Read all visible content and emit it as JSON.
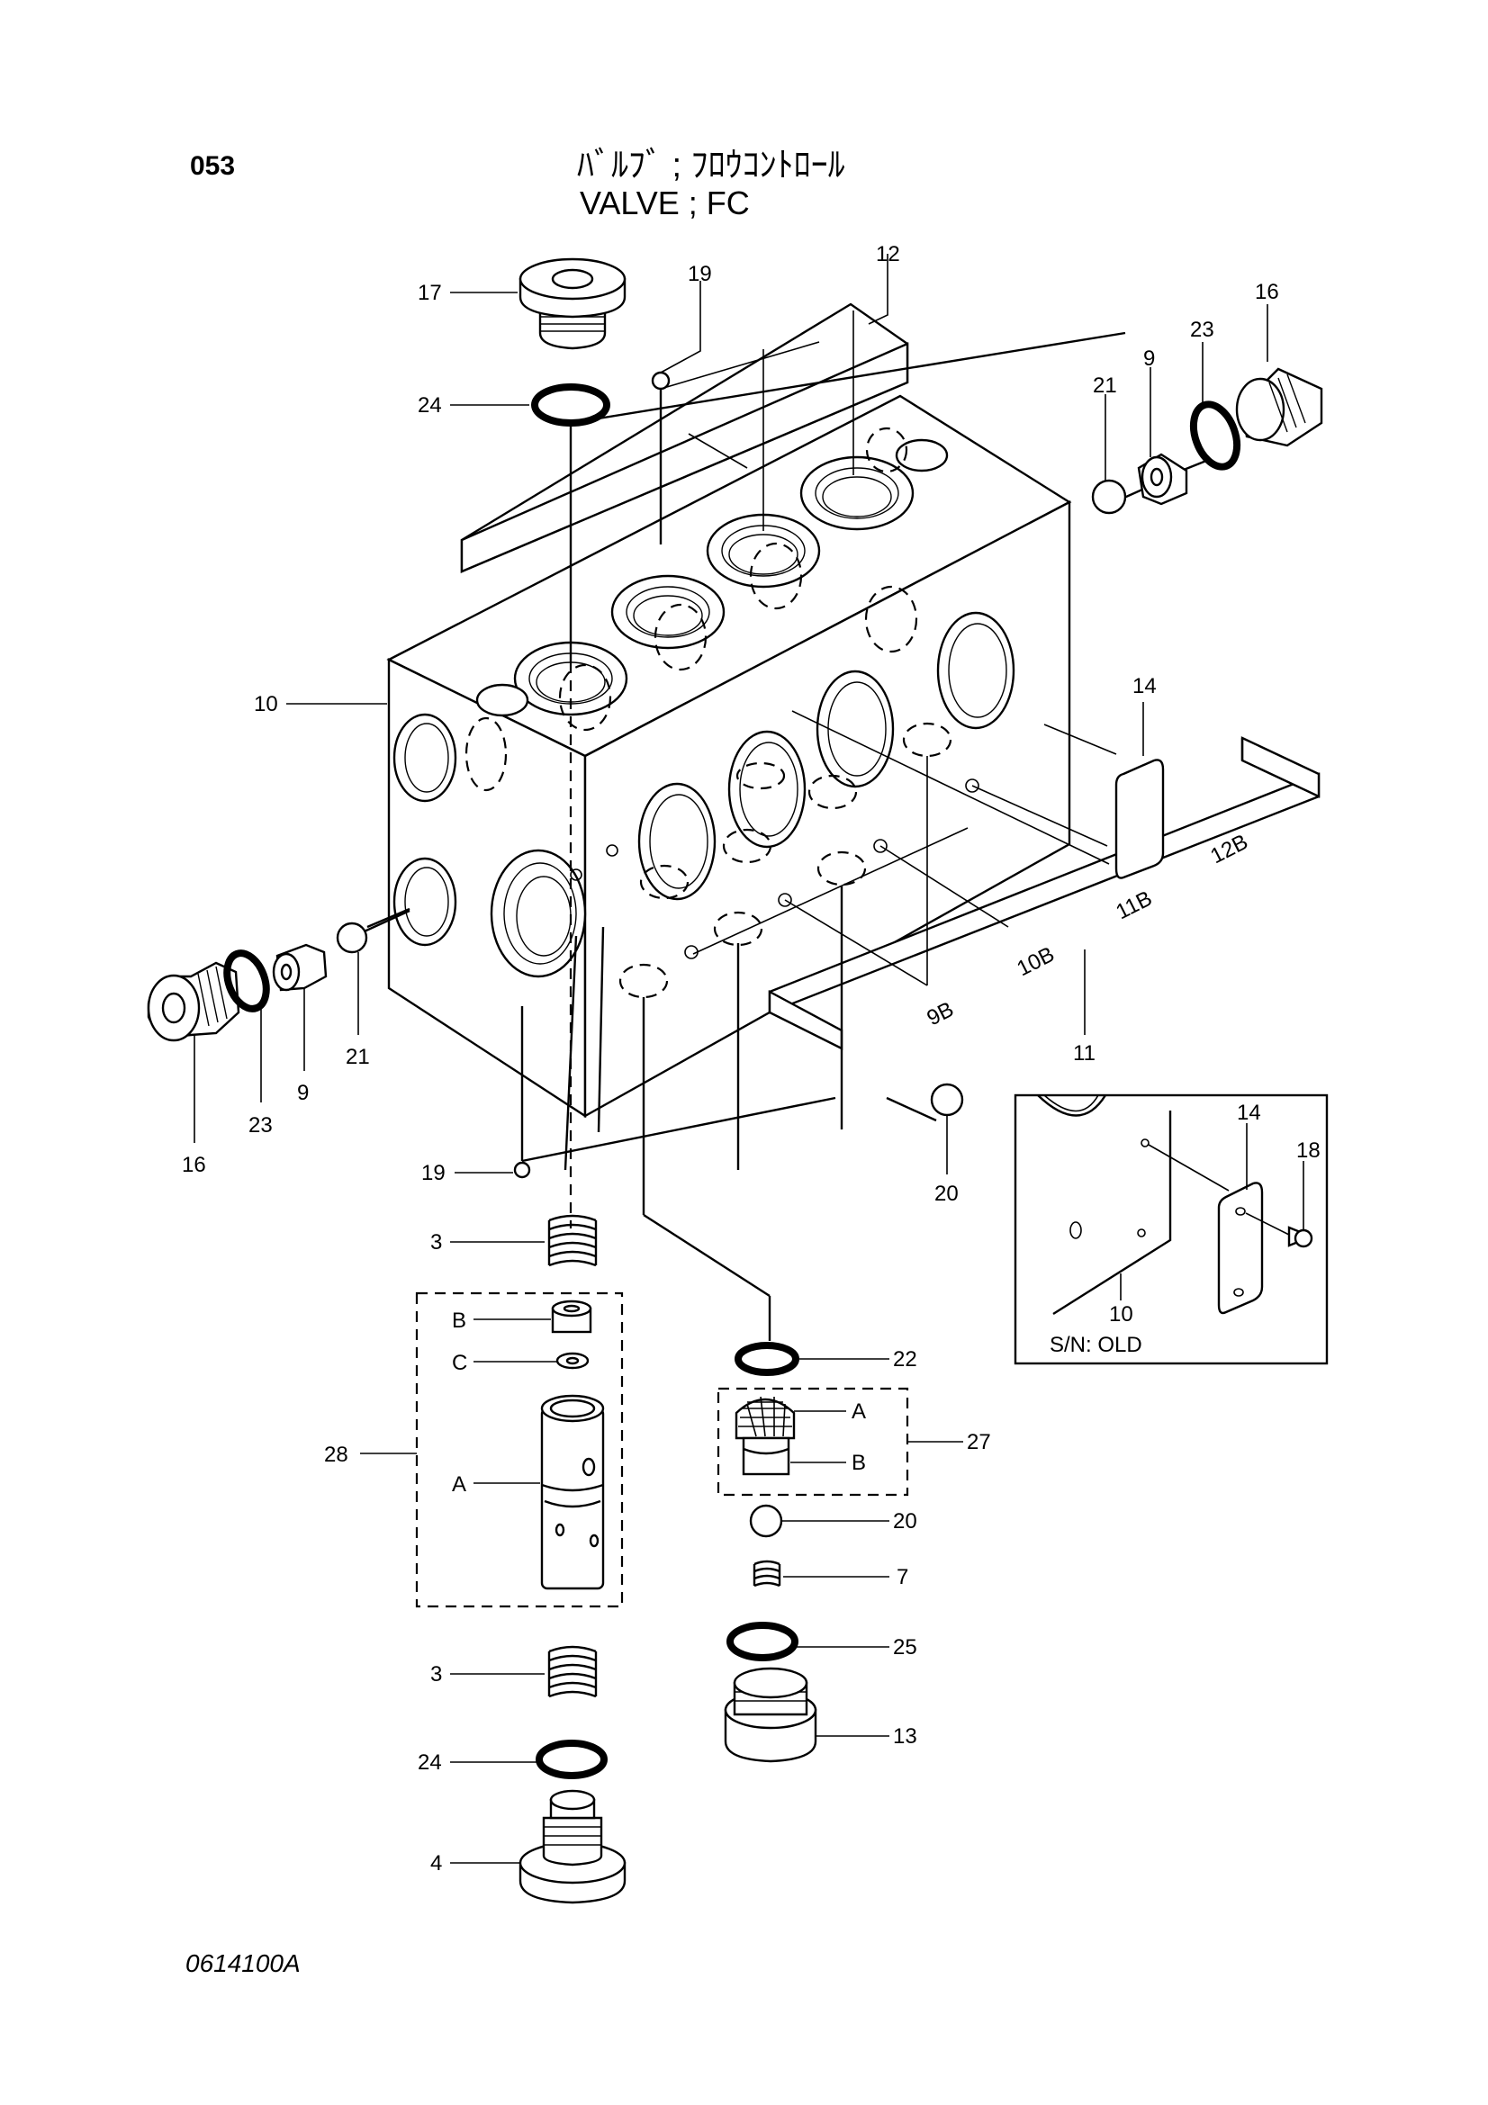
{
  "header": {
    "page_number": "053",
    "title_jp": "ﾊﾞﾙﾌﾞ ; ﾌﾛｳｺﾝﾄﾛｰﾙ",
    "title_en": "VALVE ; FC"
  },
  "callouts": {
    "p17": "17",
    "p19_top": "19",
    "p12": "12",
    "p24_top": "24",
    "p21_right": "21",
    "p9_right": "9",
    "p23_right": "23",
    "p16_right": "16",
    "p10": "10",
    "p14": "14",
    "p12b": "12B",
    "p11b": "11B",
    "p10b": "10B",
    "p9b": "9B",
    "p11": "11",
    "p16_left": "16",
    "p23_left": "23",
    "p9_left": "9",
    "p21_left": "21",
    "p19_bottom": "19",
    "p20_top": "20",
    "p3_top": "3",
    "sub_b_left": "B",
    "sub_c_left": "C",
    "p28": "28",
    "sub_a_left": "A",
    "p22": "22",
    "sub_a_right": "A",
    "p27": "27",
    "sub_b_right": "B",
    "p20_bottom": "20",
    "p7": "7",
    "p25": "25",
    "p13": "13",
    "p3_bottom": "3",
    "p24_bottom": "24",
    "p4": "4"
  },
  "inset": {
    "label_14": "14",
    "label_18": "18",
    "label_10": "10",
    "caption": "S/N: OLD"
  },
  "footer": {
    "drawing_code": "0614100A"
  }
}
